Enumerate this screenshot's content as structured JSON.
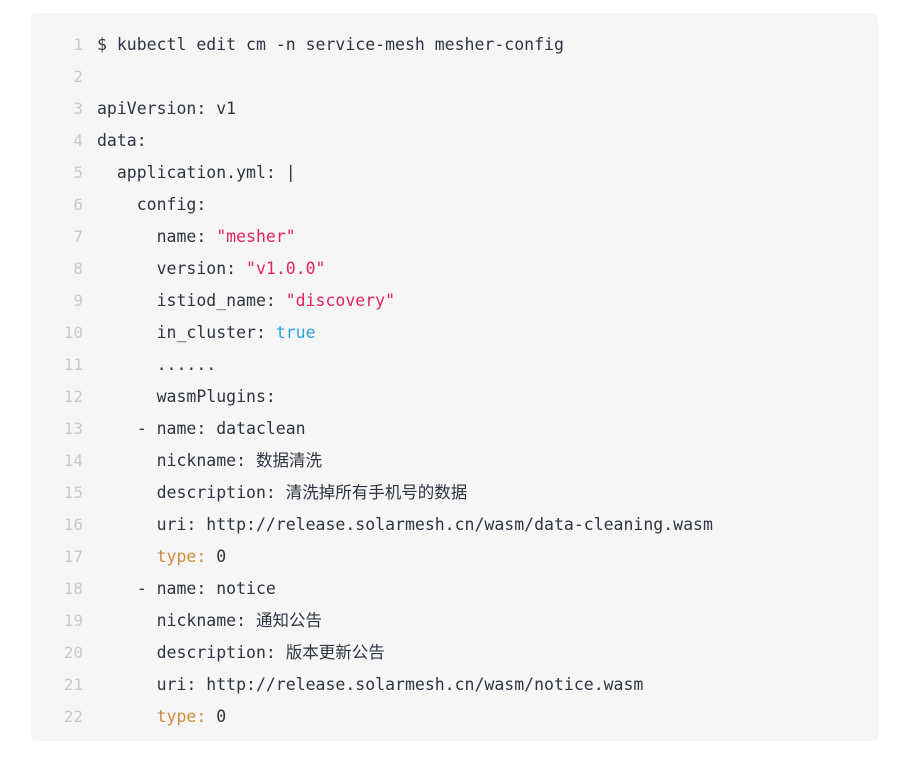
{
  "card": {
    "background_color": "#f6f6f6",
    "border_radius": "5px",
    "page_background": "#ffffff"
  },
  "colors": {
    "text": "#2e3440",
    "line_number": "#c9c9c9",
    "string": "#e0245e",
    "boolean": "#2aa5dd",
    "highlight_key": "#d2883c"
  },
  "code_block": {
    "language": "yaml",
    "total_lines": 22,
    "lines": [
      {
        "number": "1",
        "text": "$ kubectl edit cm -n service-mesh mesher-config",
        "segments": [
          {
            "text": "$ kubectl edit cm -n service-mesh mesher-config",
            "token": "plain"
          }
        ]
      },
      {
        "number": "2",
        "text": "",
        "segments": [
          {
            "text": "",
            "token": "plain"
          }
        ]
      },
      {
        "number": "3",
        "text": "apiVersion: v1",
        "segments": [
          {
            "text": "apiVersion: v1",
            "token": "plain"
          }
        ]
      },
      {
        "number": "4",
        "text": "data:",
        "segments": [
          {
            "text": "data:",
            "token": "plain"
          }
        ]
      },
      {
        "number": "5",
        "text": "  application.yml: |",
        "segments": [
          {
            "text": "  application.yml: |",
            "token": "plain"
          }
        ]
      },
      {
        "number": "6",
        "text": "    config:",
        "segments": [
          {
            "text": "    config:",
            "token": "plain"
          }
        ]
      },
      {
        "number": "7",
        "text": "      name: \"mesher\"",
        "segments": [
          {
            "text": "      name: ",
            "token": "plain"
          },
          {
            "text": "\"mesher\"",
            "token": "string"
          }
        ]
      },
      {
        "number": "8",
        "text": "      version: \"v1.0.0\"",
        "segments": [
          {
            "text": "      version: ",
            "token": "plain"
          },
          {
            "text": "\"v1.0.0\"",
            "token": "string"
          }
        ]
      },
      {
        "number": "9",
        "text": "      istiod_name: \"discovery\"",
        "segments": [
          {
            "text": "      istiod_name: ",
            "token": "plain"
          },
          {
            "text": "\"discovery\"",
            "token": "string"
          }
        ]
      },
      {
        "number": "10",
        "text": "      in_cluster: true",
        "segments": [
          {
            "text": "      in_cluster: ",
            "token": "plain"
          },
          {
            "text": "true",
            "token": "boolean"
          }
        ]
      },
      {
        "number": "11",
        "text": "      ......",
        "segments": [
          {
            "text": "      ......",
            "token": "plain"
          }
        ]
      },
      {
        "number": "12",
        "text": "      wasmPlugins:",
        "segments": [
          {
            "text": "      wasmPlugins:",
            "token": "plain"
          }
        ]
      },
      {
        "number": "13",
        "text": "    - name: dataclean",
        "segments": [
          {
            "text": "    - name: dataclean",
            "token": "plain"
          }
        ]
      },
      {
        "number": "14",
        "text": "      nickname: 数据清洗",
        "segments": [
          {
            "text": "      nickname: 数据清洗",
            "token": "plain"
          }
        ]
      },
      {
        "number": "15",
        "text": "      description: 清洗掉所有手机号的数据",
        "segments": [
          {
            "text": "      description: 清洗掉所有手机号的数据",
            "token": "plain"
          }
        ]
      },
      {
        "number": "16",
        "text": "      uri: http://release.solarmesh.cn/wasm/data-cleaning.wasm",
        "segments": [
          {
            "text": "      uri: http://release.solarmesh.cn/wasm/data-cleaning.wasm",
            "token": "plain"
          }
        ]
      },
      {
        "number": "17",
        "text": "      type: 0",
        "segments": [
          {
            "text": "      ",
            "token": "plain"
          },
          {
            "text": "type:",
            "token": "highlight_key"
          },
          {
            "text": " 0",
            "token": "plain"
          }
        ]
      },
      {
        "number": "18",
        "text": "    - name: notice",
        "segments": [
          {
            "text": "    - name: notice",
            "token": "plain"
          }
        ]
      },
      {
        "number": "19",
        "text": "      nickname: 通知公告",
        "segments": [
          {
            "text": "      nickname: 通知公告",
            "token": "plain"
          }
        ]
      },
      {
        "number": "20",
        "text": "      description: 版本更新公告",
        "segments": [
          {
            "text": "      description: 版本更新公告",
            "token": "plain"
          }
        ]
      },
      {
        "number": "21",
        "text": "      uri: http://release.solarmesh.cn/wasm/notice.wasm",
        "segments": [
          {
            "text": "      uri: http://release.solarmesh.cn/wasm/notice.wasm",
            "token": "plain"
          }
        ]
      },
      {
        "number": "22",
        "text": "      type: 0",
        "segments": [
          {
            "text": "      ",
            "token": "plain"
          },
          {
            "text": "type:",
            "token": "highlight_key"
          },
          {
            "text": " 0",
            "token": "plain"
          }
        ]
      }
    ]
  }
}
